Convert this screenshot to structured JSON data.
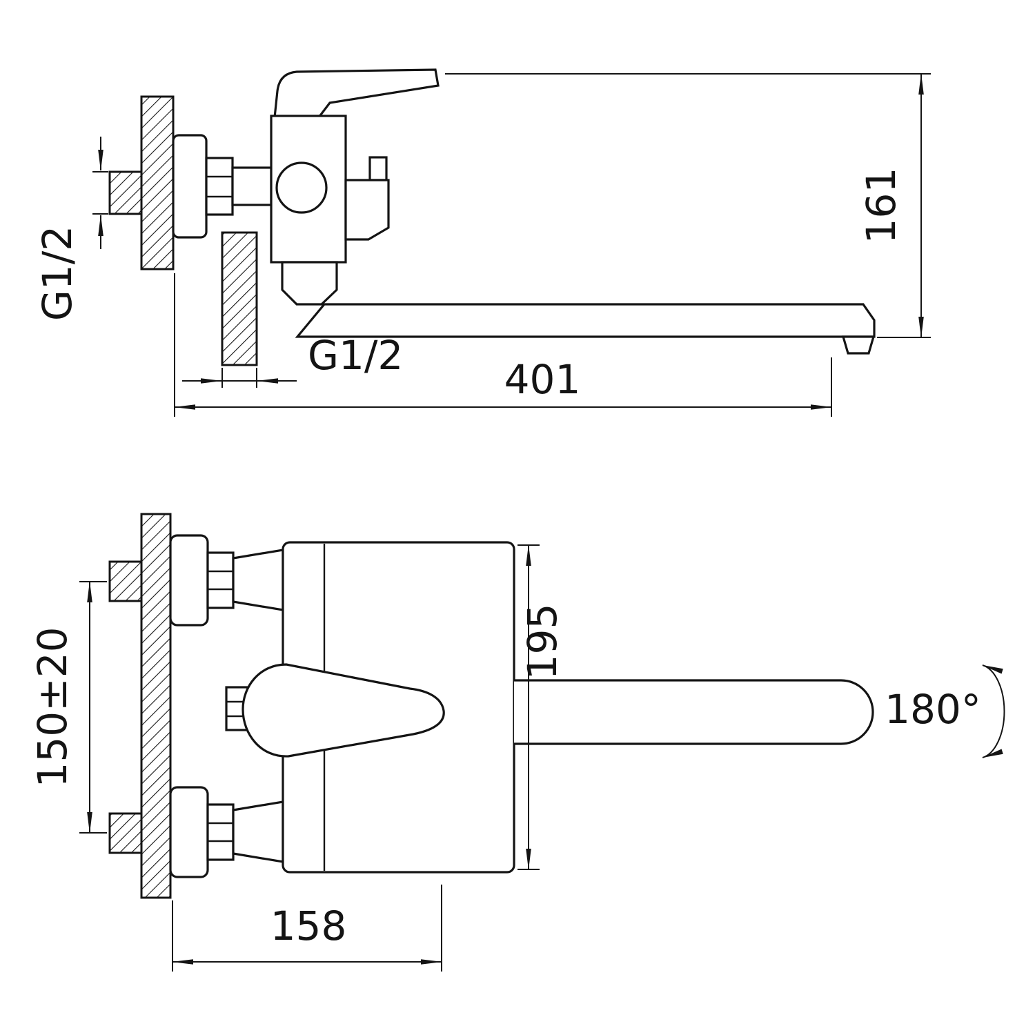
{
  "drawing": {
    "side_view": {
      "dim_inlet_thread": "G1/2",
      "dim_lower_thread": "G1/2",
      "dim_length": "401",
      "dim_height": "161"
    },
    "front_view": {
      "dim_mount_spacing": "150±20",
      "dim_body_height": "195",
      "dim_depth": "158",
      "dim_swivel": "180°"
    }
  }
}
